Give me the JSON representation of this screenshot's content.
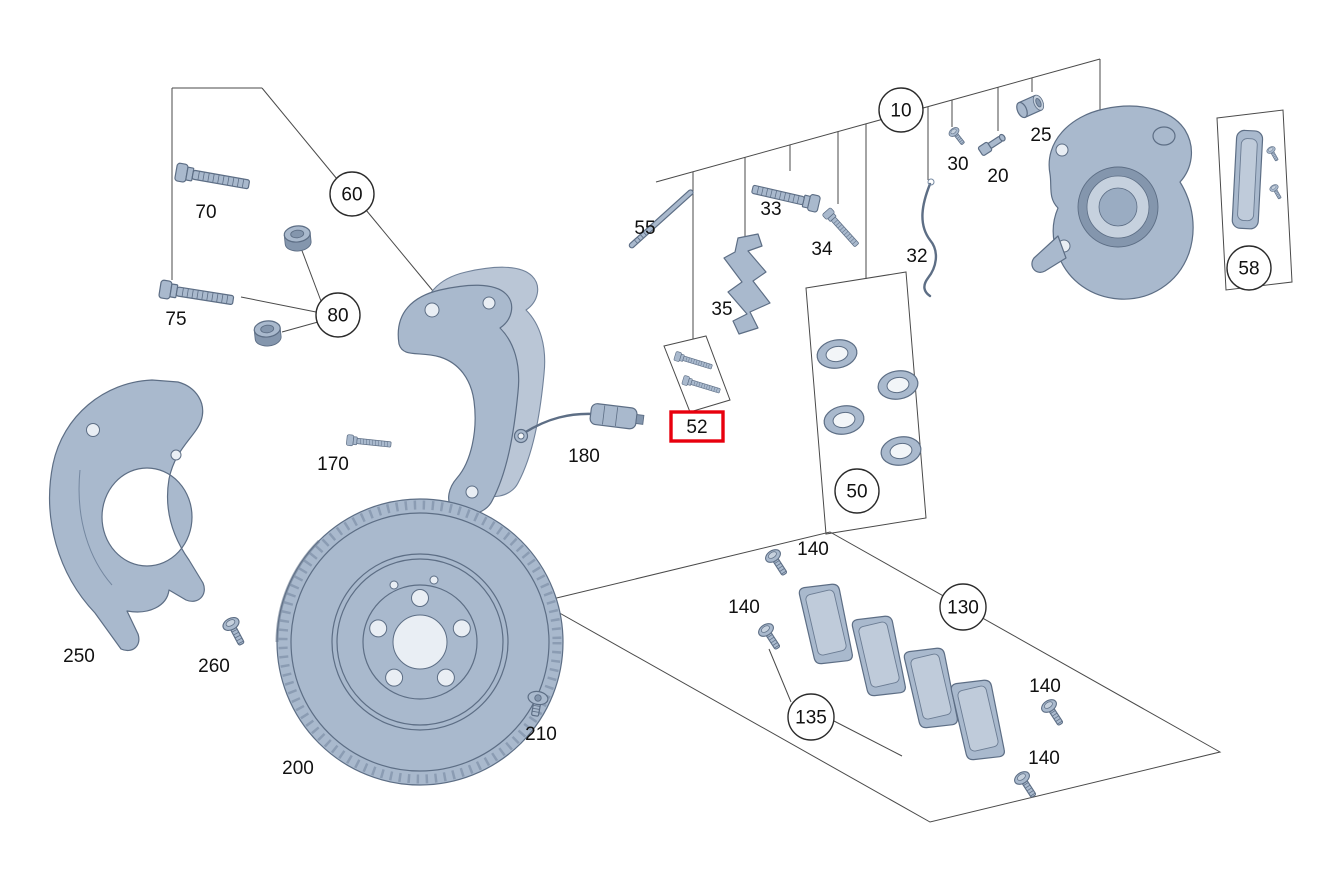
{
  "diagram": {
    "background_color": "#ffffff",
    "highlight_color": "#e8000d",
    "part_fill_color": "#a9b9cd",
    "part_stroke_color": "#5d6e85",
    "callouts": {
      "c10": "10",
      "c50": "50",
      "c58": "58",
      "c60": "60",
      "c80": "80",
      "c130": "130",
      "c135": "135"
    },
    "highlighted_callout": {
      "p52": "52"
    },
    "labels": {
      "p20": "20",
      "p25": "25",
      "p30": "30",
      "p32": "32",
      "p33": "33",
      "p34": "34",
      "p35": "35",
      "p55": "55",
      "p70": "70",
      "p75": "75",
      "p140a": "140",
      "p140b": "140",
      "p140c": "140",
      "p140d": "140",
      "p170": "170",
      "p180": "180",
      "p200": "200",
      "p210": "210",
      "p250": "250",
      "p260": "260"
    }
  }
}
